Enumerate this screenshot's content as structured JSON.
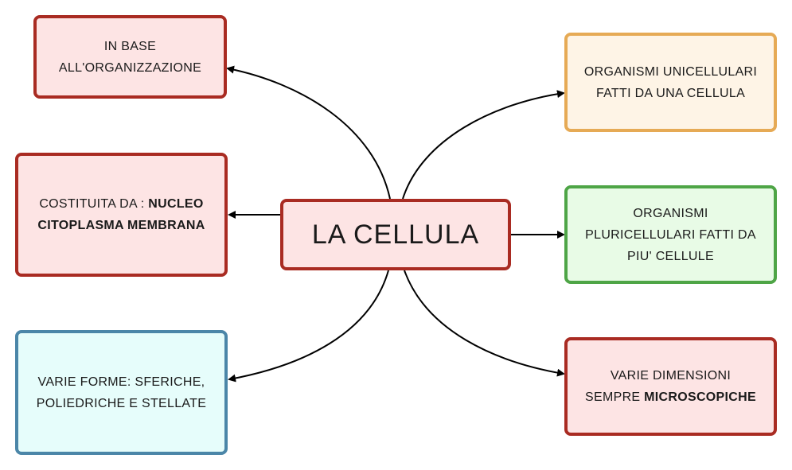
{
  "center": {
    "label": "LA CELLULA",
    "fill": "#fde4e4",
    "border": "#a92b22"
  },
  "nodes": {
    "organizzazione": {
      "line1": "IN BASE",
      "line2": "ALL'ORGANIZZAZIONE",
      "fill": "#fde4e4",
      "border": "#a92b22"
    },
    "costituita": {
      "prefix": "COSTITUITA DA : ",
      "bold1": "NUCLEO",
      "bold2": "CITOPLASMA MEMBRANA",
      "fill": "#fde4e4",
      "border": "#a92b22"
    },
    "forme": {
      "line1": "VARIE FORME: SFERICHE,",
      "line2": "POLIEDRICHE E STELLATE",
      "fill": "#e6fdfb",
      "border": "#4b86a8"
    },
    "unicellulari": {
      "line1": "ORGANISMI UNICELLULARI",
      "line2": "FATTI DA UNA CELLULA",
      "fill": "#fef4e6",
      "border": "#e6aa55"
    },
    "pluricellulari": {
      "line1": "ORGANISMI",
      "line2": "PLURICELLULARI FATTI DA",
      "line3": "PIU' CELLULE",
      "fill": "#e8fbe6",
      "border": "#4ea546"
    },
    "dimensioni": {
      "line1": "VARIE DIMENSIONI",
      "prefix2": "SEMPRE ",
      "bold2": "MICROSCOPICHE",
      "fill": "#fde4e4",
      "border": "#a92b22"
    }
  }
}
